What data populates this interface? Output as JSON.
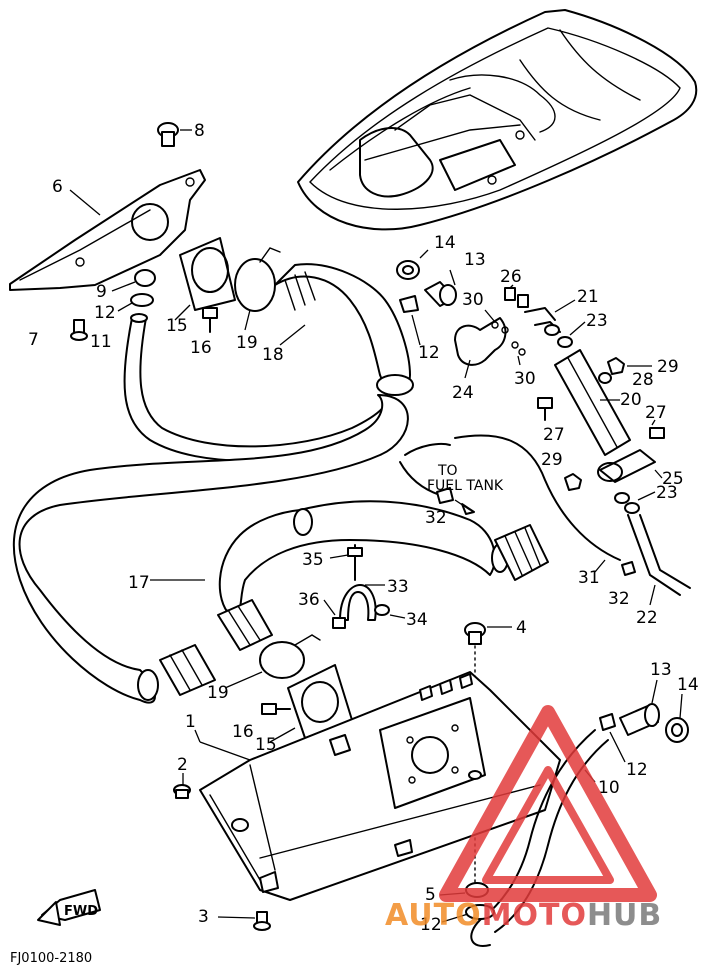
{
  "diagram": {
    "doc_code": "FJ0100-2180",
    "fwd_label": "FWD",
    "fuel_tank_line1": "TO",
    "fuel_tank_line2": "FUEL TANK",
    "callouts": [
      {
        "id": "c8",
        "label": "8"
      },
      {
        "id": "c6",
        "label": "6"
      },
      {
        "id": "c9",
        "label": "9"
      },
      {
        "id": "c12a",
        "label": "12"
      },
      {
        "id": "c15a",
        "label": "15"
      },
      {
        "id": "c16a",
        "label": "16"
      },
      {
        "id": "c19a",
        "label": "19"
      },
      {
        "id": "c18",
        "label": "18"
      },
      {
        "id": "c7",
        "label": "7"
      },
      {
        "id": "c11",
        "label": "11"
      },
      {
        "id": "c14a",
        "label": "14"
      },
      {
        "id": "c13a",
        "label": "13"
      },
      {
        "id": "c12b",
        "label": "12"
      },
      {
        "id": "c26",
        "label": "26"
      },
      {
        "id": "c30a",
        "label": "30"
      },
      {
        "id": "c30b",
        "label": "30"
      },
      {
        "id": "c21",
        "label": "21"
      },
      {
        "id": "c23a",
        "label": "23"
      },
      {
        "id": "c24",
        "label": "24"
      },
      {
        "id": "c29a",
        "label": "29"
      },
      {
        "id": "c28",
        "label": "28"
      },
      {
        "id": "c20",
        "label": "20"
      },
      {
        "id": "c27a",
        "label": "27"
      },
      {
        "id": "c27b",
        "label": "27"
      },
      {
        "id": "c29b",
        "label": "29"
      },
      {
        "id": "c25",
        "label": "25"
      },
      {
        "id": "c23b",
        "label": "23"
      },
      {
        "id": "c32a",
        "label": "32"
      },
      {
        "id": "c31",
        "label": "31"
      },
      {
        "id": "c32b",
        "label": "32"
      },
      {
        "id": "c22",
        "label": "22"
      },
      {
        "id": "c17",
        "label": "17"
      },
      {
        "id": "c35",
        "label": "35"
      },
      {
        "id": "c33",
        "label": "33"
      },
      {
        "id": "c36",
        "label": "36"
      },
      {
        "id": "c34",
        "label": "34"
      },
      {
        "id": "c4",
        "label": "4"
      },
      {
        "id": "c19b",
        "label": "19"
      },
      {
        "id": "c16b",
        "label": "16"
      },
      {
        "id": "c15b",
        "label": "15"
      },
      {
        "id": "c1",
        "label": "1"
      },
      {
        "id": "c2",
        "label": "2"
      },
      {
        "id": "c13b",
        "label": "13"
      },
      {
        "id": "c14b",
        "label": "14"
      },
      {
        "id": "c12c",
        "label": "12"
      },
      {
        "id": "c10",
        "label": "10"
      },
      {
        "id": "c5",
        "label": "5"
      },
      {
        "id": "c12d",
        "label": "12"
      },
      {
        "id": "c3",
        "label": "3"
      }
    ]
  },
  "watermark": {
    "part1": "AUTO",
    "part2": "MOTO",
    "part3": "HUB",
    "color_orange": "#f28c28",
    "color_red": "#e23b3b",
    "color_gray": "#7a7a7a"
  }
}
